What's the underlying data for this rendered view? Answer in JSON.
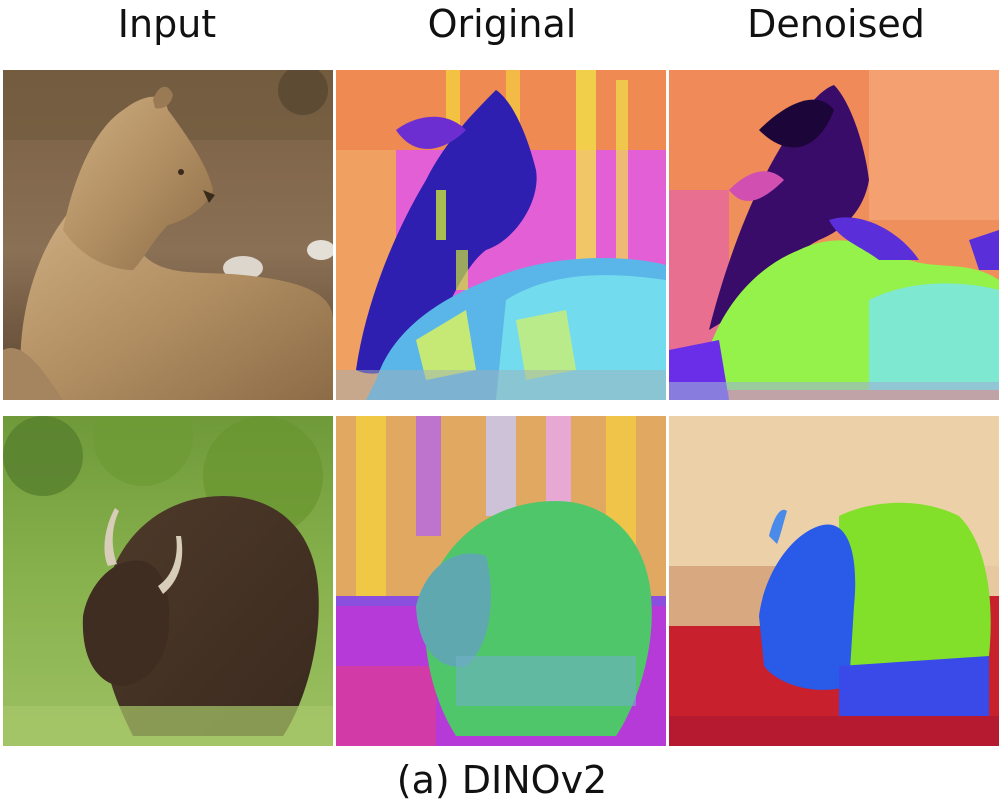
{
  "figure": {
    "columns": [
      "Input",
      "Original",
      "Denoised"
    ],
    "rows": [
      {
        "subject": "lioness",
        "tiles": [
          "lioness-photo",
          "lioness-original-feature-map",
          "lioness-denoised-feature-map"
        ]
      },
      {
        "subject": "bison",
        "tiles": [
          "bison-photo",
          "bison-original-feature-map",
          "bison-denoised-feature-map"
        ]
      }
    ],
    "caption": "(a) DINOv2"
  }
}
